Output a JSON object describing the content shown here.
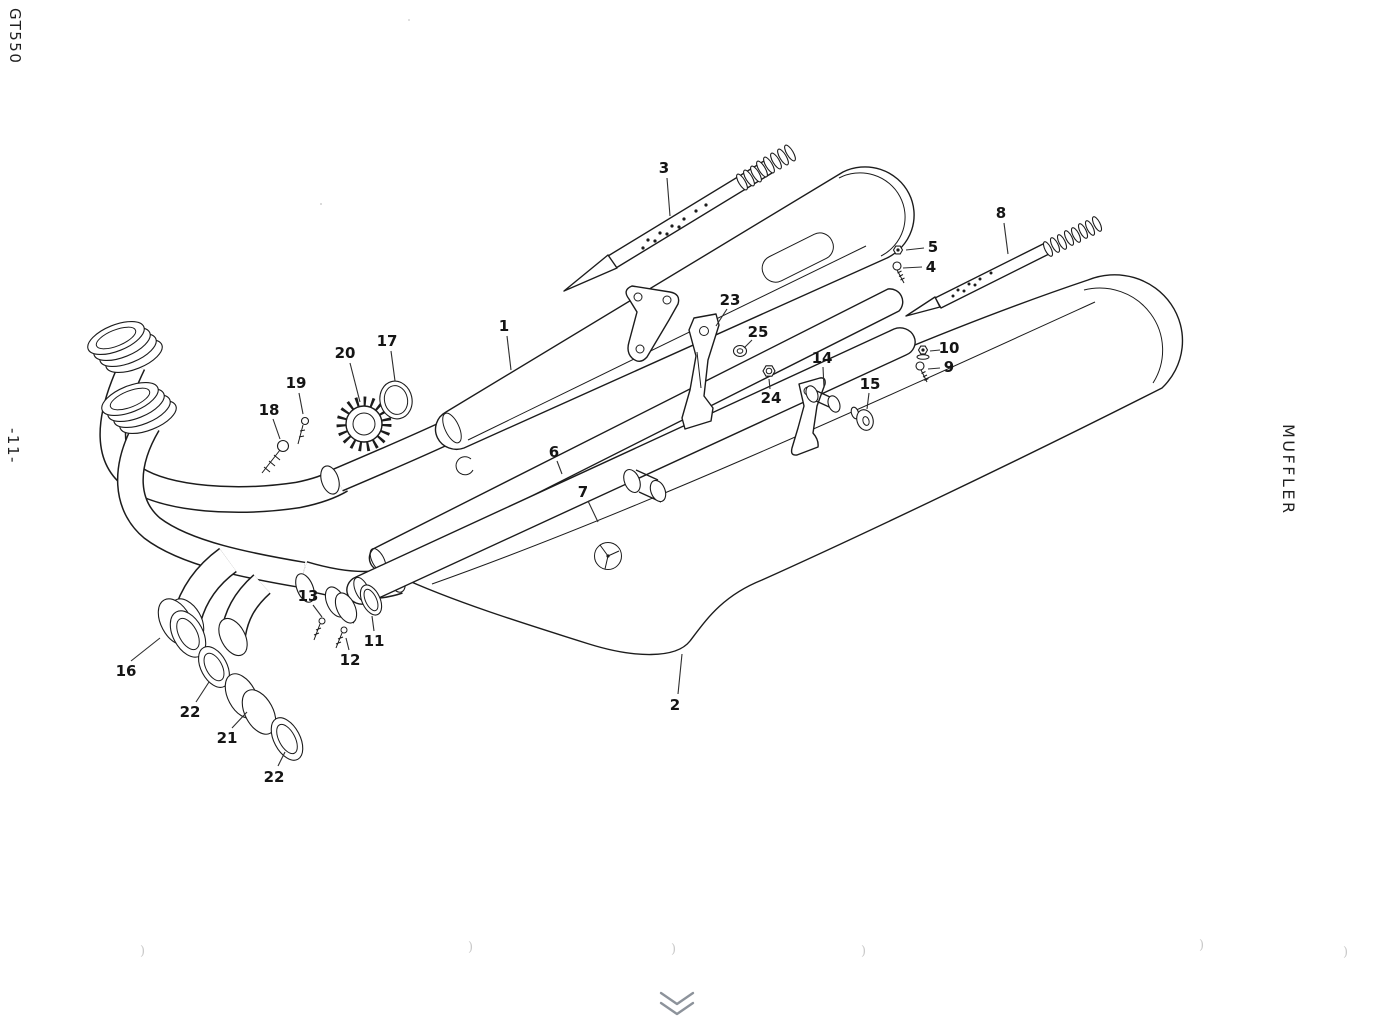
{
  "page": {
    "model_code": "GT550",
    "page_number": "-11-",
    "section_title": "MUFFLER",
    "ink_color": "#1c1c1c",
    "paper_color": "#ffffff"
  },
  "diagram": {
    "labels": [
      {
        "text": "1"
      },
      {
        "text": "2"
      },
      {
        "text": "3"
      },
      {
        "text": "4"
      },
      {
        "text": "5"
      },
      {
        "text": "6"
      },
      {
        "text": "7"
      },
      {
        "text": "8"
      },
      {
        "text": "9"
      },
      {
        "text": "10"
      },
      {
        "text": "11"
      },
      {
        "text": "12"
      },
      {
        "text": "13"
      },
      {
        "text": "14"
      },
      {
        "text": "15"
      },
      {
        "text": "16"
      },
      {
        "text": "17"
      },
      {
        "text": "18"
      },
      {
        "text": "19"
      },
      {
        "text": "20"
      },
      {
        "text": "21"
      },
      {
        "text": "22"
      },
      {
        "text": "22"
      },
      {
        "text": "23"
      },
      {
        "text": "24"
      },
      {
        "text": "25"
      }
    ]
  },
  "artifacts": {
    "glyph": ")"
  },
  "pager": {
    "icon": "chevron-double-down"
  }
}
